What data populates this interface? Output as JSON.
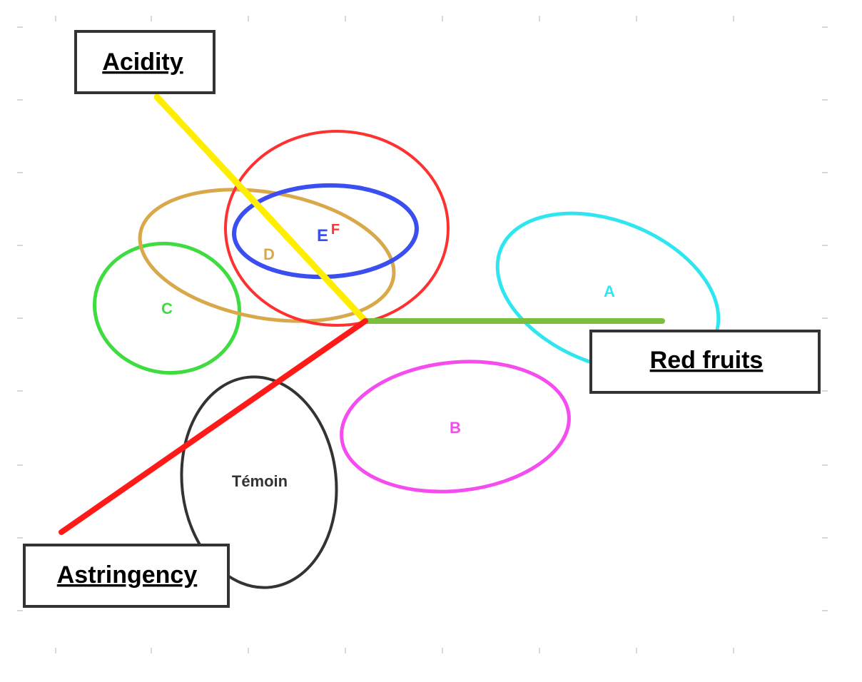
{
  "axes": {
    "acidity": {
      "label": "Acidity",
      "color": "#ffee00"
    },
    "red_fruits": {
      "label": "Red fruits",
      "color": "#7cbf3c"
    },
    "astringency": {
      "label": "Astringency",
      "color": "#ff1a1a"
    }
  },
  "groups": [
    {
      "id": "A",
      "label": "A",
      "color": "#2ee6f0"
    },
    {
      "id": "B",
      "label": "B",
      "color": "#f54cf0"
    },
    {
      "id": "C",
      "label": "C",
      "color": "#3fdc3f"
    },
    {
      "id": "D",
      "label": "D",
      "color": "#d9a84a"
    },
    {
      "id": "E",
      "label": "E",
      "color": "#3b4ff0"
    },
    {
      "id": "F",
      "label": "F",
      "color": "#ff3030"
    },
    {
      "id": "temoin",
      "label": "Témoin",
      "color": "#333333"
    }
  ]
}
